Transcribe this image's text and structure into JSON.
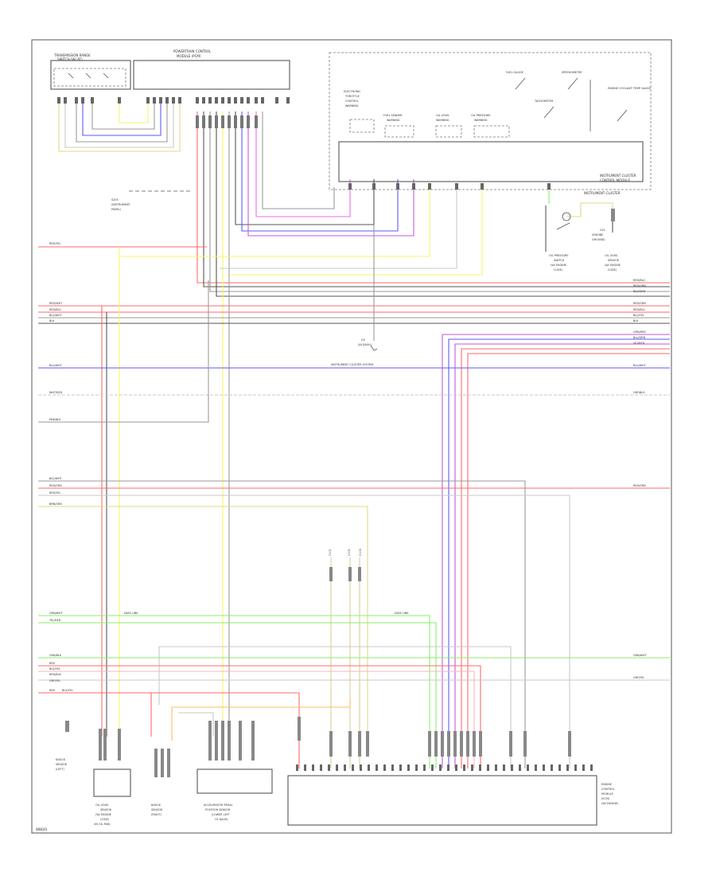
{
  "frame": {
    "corner_id": "W8E4S"
  },
  "components": {
    "fpm": [
      "TRANSMISSION RANGE",
      "SWITCH (W/ AT)"
    ],
    "ecm_top": [
      "POWERTRAIN CONTROL",
      "MODULE (PCM)"
    ],
    "cluster": [
      "INSTRUMENT CLUSTER",
      "CONTROL MODULE"
    ],
    "cluster_label": "INSTRUMENT CLUSTER",
    "gauges": [
      {
        "id": "fuel-gauge",
        "text": "FUEL GAUGE"
      },
      {
        "id": "speedometer",
        "text": "SPEEDOMETER"
      },
      {
        "id": "tachometer",
        "text": "TACHOMETER"
      },
      {
        "id": "temp-gauge",
        "text": "ENGINE COOLANT TEMP GAUGE"
      }
    ],
    "indicators": [
      {
        "id": "indicator-1",
        "lines": [
          "ELECTRONIC",
          "THROTTLE",
          "CONTROL",
          "WARNING"
        ]
      },
      {
        "id": "indicator-2",
        "lines": [
          "FUEL SENDER",
          "WARNING"
        ]
      },
      {
        "id": "indicator-3",
        "lines": [
          "OIL LEVEL",
          "WARNING"
        ]
      },
      {
        "id": "indicator-4",
        "lines": [
          "OIL PRESSURE",
          "WARNING"
        ]
      }
    ],
    "oil_pressure": [
      "OIL PRESSURE",
      "SWITCH",
      "(W/ ENGINE",
      "CODE)"
    ],
    "oil_level": [
      "OIL LEVEL",
      "SENSOR",
      "(W/ ENGINE",
      "CODE)"
    ],
    "ground_ref": [
      "G21",
      "(ENGINE",
      "GROUND)"
    ],
    "cluster_ground": [
      "G5",
      "(IN DASH)"
    ],
    "splice": [
      "S205",
      "(INSTRUMENT",
      "PANEL)"
    ],
    "bl_sensor": [
      "OIL LEVEL",
      "SENSOR",
      "(W/ ENGINE",
      "CODE)",
      "(IN OIL PAN)"
    ],
    "left_sensor": [
      "KNOCK",
      "SENSOR",
      "(LEFT)"
    ],
    "small_sensor": [
      "KNOCK",
      "SENSOR",
      "(RIGHT)"
    ],
    "mid_module": [
      "ACCELERATOR PEDAL",
      "POSITION SENSOR",
      "(LOWER LEFT",
      "OF DASH)"
    ],
    "big_module": [
      "ENGINE",
      "CONTROL",
      "MODULE",
      "(ECM)",
      "(W/ ENGINE)"
    ],
    "connector_stack": [
      "C101",
      "C102",
      "C103"
    ]
  },
  "wires": {
    "left_labels": [
      "RED/YEL",
      "RED/WHT",
      "RED/BLU",
      "BLU/WHT",
      "BLK",
      "BLU/WHT",
      "WHT/RED",
      "PNK/BLK",
      "BLU/WHT",
      "RED/GRN",
      "RED/YEL",
      "BRN/GRN",
      "GRN/WHT",
      "YEL/RED",
      "GRN/BLK",
      "RED",
      "BLK/YEL",
      "RED/BLK",
      "GRY/YEL",
      "RED",
      "BLK/YEL"
    ],
    "right_labels": [
      "RED/BLU",
      "RED/GRN",
      "BLU/GRN",
      "RED/GRN",
      "RED/BLU",
      "BLU/YEL",
      "BLK",
      "GRN/RED",
      "BLU/GRN",
      "VIO/RED",
      "BLU/WHT",
      "GRY/BLK",
      "RED/GRN",
      "GRN/WHT",
      "GRY/YEL"
    ],
    "mid_labels": [
      "INSTRUMENT CLUSTER SYSTEM",
      "DATA LINK",
      "DATA LINK"
    ]
  },
  "colors": {
    "red": "#ff6a6a",
    "pink": "#ffb3b3",
    "dark": "#555555",
    "grey": "#9a9a9a",
    "blue": "#5a5aff",
    "yellow": "#f6f66a",
    "green": "#8aef6a",
    "violet": "#c55ad8",
    "magenta": "#ee6aee",
    "orange": "#ffbb66",
    "lightgrey": "#c8c8c8",
    "tan": "#d8cf9a"
  }
}
